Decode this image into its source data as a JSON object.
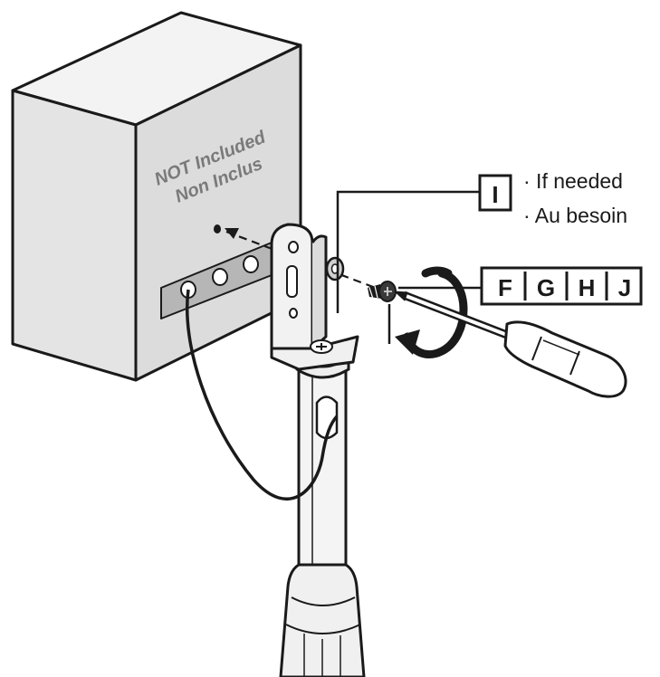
{
  "box": {
    "line1": "NOT Included",
    "line2": "Non Inclus"
  },
  "callout_i": {
    "code": "I",
    "note1": "· If needed",
    "note2": "· Au besoin"
  },
  "callout_fghij": {
    "codes": [
      "F",
      "G",
      "H",
      "J"
    ]
  },
  "colors": {
    "line": "#1a1a1a",
    "box_front": "#e6e6e6",
    "box_top": "#f3f3f3",
    "box_side": "#dadada",
    "plate": "#b8b8b8",
    "pole": "#f4f4f4"
  },
  "icons": [
    "arrow-icon",
    "rotation-arrow-icon",
    "screwdriver-icon",
    "screw-icon",
    "washer-icon"
  ]
}
